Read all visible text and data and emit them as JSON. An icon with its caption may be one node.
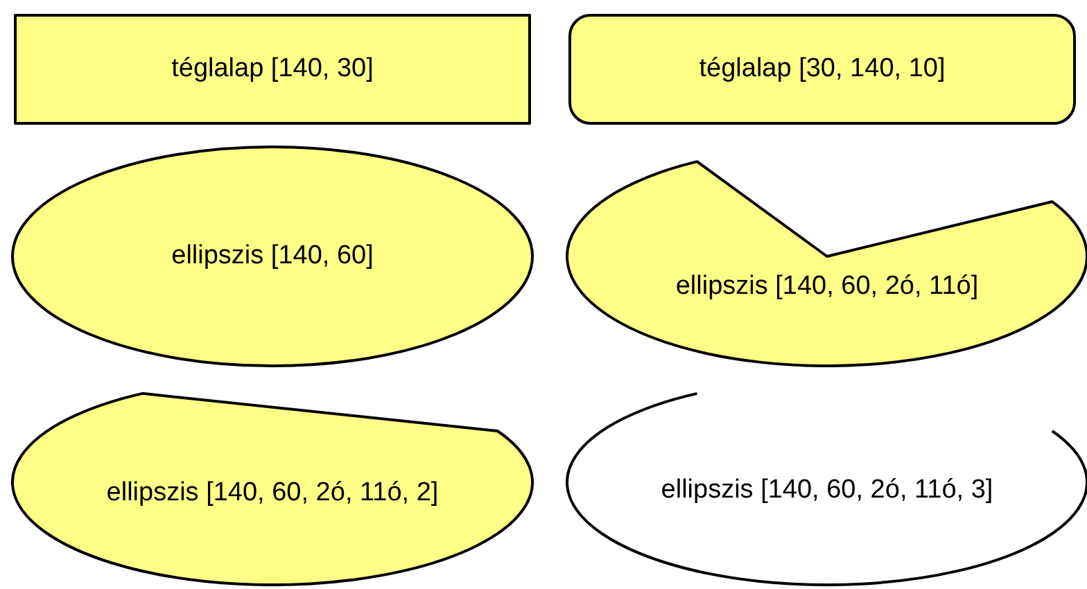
{
  "diagram": {
    "nodes": [
      {
        "text": [
          "téglalap [140, 30]"
        ]
      },
      {
        "text": [
          "téglalap [30, 140, 10]"
        ]
      },
      {
        "text": [
          "ellipszis [140, 60]"
        ]
      },
      {
        "text": [
          "ellipszis [140, 60, 2ó, 11ó]"
        ]
      },
      {
        "text": [
          "ellipszis [140, 60, 2ó, 11ó, 2]"
        ]
      },
      {
        "text": [
          "ellipszis [140, 60, 2ó, 11ó, 3]"
        ]
      }
    ]
  }
}
